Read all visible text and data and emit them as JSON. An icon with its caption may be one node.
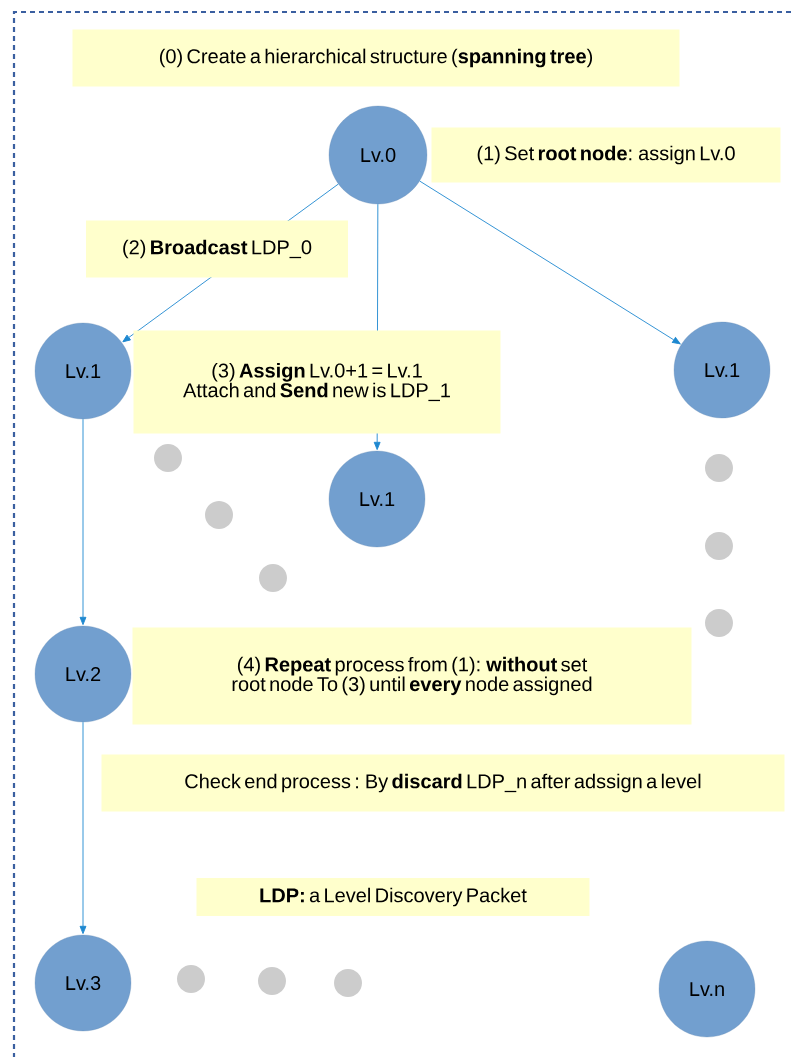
{
  "diagram": {
    "nodes": [
      {
        "text": [
          "(0)  Create a hierarchical structure (**spanning tree**)"
        ]
      },
      {
        "text": [
          "Lv.0"
        ]
      },
      {
        "text": [
          "(1) Set **root node**: assign Lv.0"
        ]
      },
      {
        "text": [
          "Lv.1"
        ]
      },
      {
        "text": [
          "Lv.1"
        ]
      },
      {
        "text": [
          "Lv.1"
        ]
      },
      {
        "text": [
          "Lv.2"
        ]
      },
      {
        "text": [
          "(4) **Repeat** process from (1): **without** set root node To (3) until **every** node assigned"
        ]
      },
      {
        "text": [
          "Check end process : By **discard** LDP_n after adssign a level"
        ]
      },
      {
        "text": [
          "**LDP:**  a  Level Discovery Packet"
        ]
      },
      {
        "text": [
          "Lv.3"
        ]
      },
      {
        "text": [
          "Lv.n"
        ]
      }
    ],
    "edges": [
      {
        "from": 1,
        "to": 3,
        "arrow": "to",
        "label": "(2) **Broadcast** LDP_0"
      },
      {
        "from": 1,
        "to": 5,
        "arrow": "to",
        "label": "(3) **Assign** Lv.0+1 = Lv.1 Attach and **Send** new is LDP_1"
      },
      {
        "from": 1,
        "to": 4,
        "arrow": "to"
      },
      {
        "from": 3,
        "to": 6,
        "arrow": "to"
      },
      {
        "from": 6,
        "to": 10,
        "arrow": "to"
      }
    ]
  }
}
